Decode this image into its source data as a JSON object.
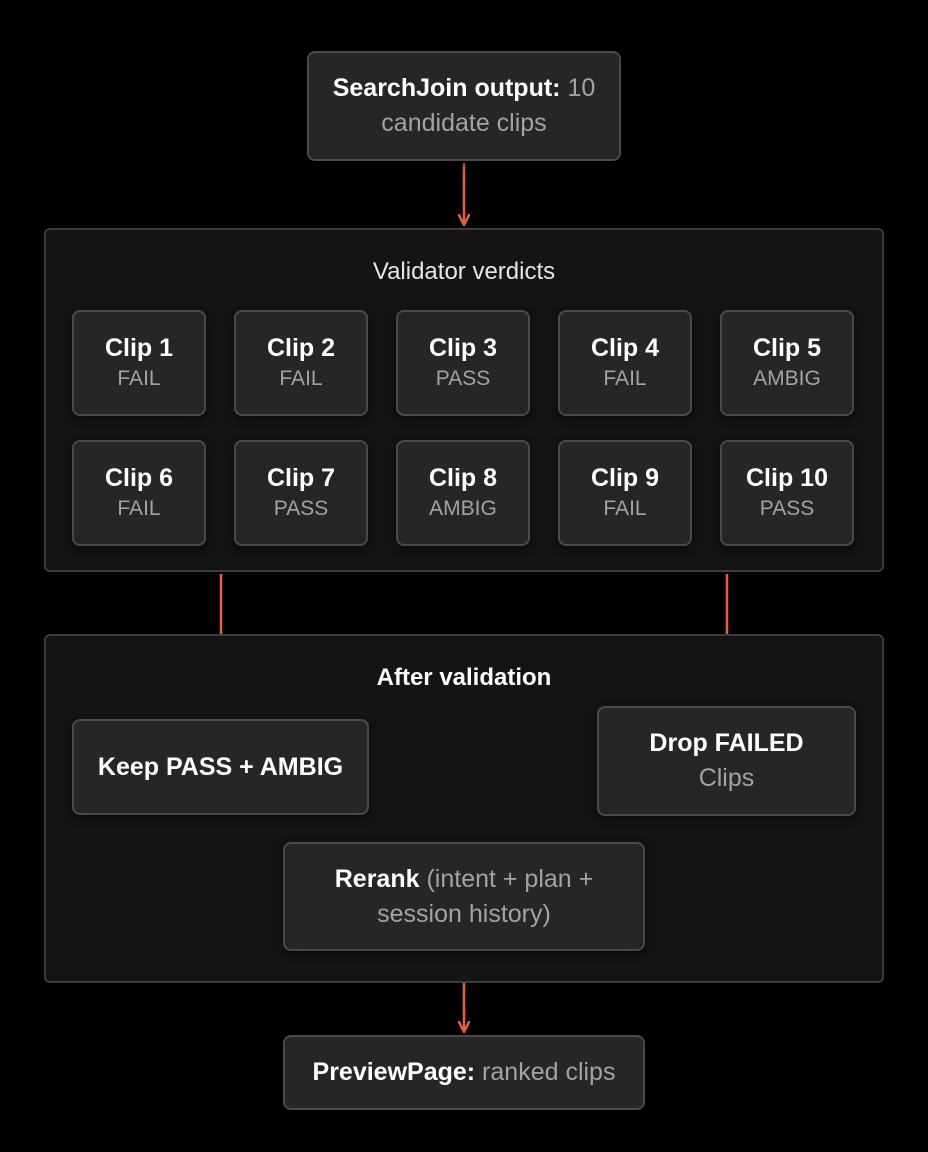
{
  "top": {
    "bold": "SearchJoin output:",
    "rest1": " 10",
    "rest2": "candidate clips"
  },
  "validator": {
    "title": "Validator verdicts",
    "clips": [
      {
        "name": "Clip 1",
        "verdict": "FAIL"
      },
      {
        "name": "Clip 2",
        "verdict": "FAIL"
      },
      {
        "name": "Clip 3",
        "verdict": "PASS"
      },
      {
        "name": "Clip 4",
        "verdict": "FAIL"
      },
      {
        "name": "Clip 5",
        "verdict": "AMBIG"
      },
      {
        "name": "Clip 6",
        "verdict": "FAIL"
      },
      {
        "name": "Clip 7",
        "verdict": "PASS"
      },
      {
        "name": "Clip 8",
        "verdict": "AMBIG"
      },
      {
        "name": "Clip 9",
        "verdict": "FAIL"
      },
      {
        "name": "Clip 10",
        "verdict": "PASS"
      }
    ]
  },
  "after": {
    "title": "After validation",
    "keep_label": "Keep PASS + AMBIG",
    "drop_bold": "Drop FAILED",
    "drop_rest": "Clips",
    "rerank_bold": "Rerank",
    "rerank_rest1": " (intent + plan +",
    "rerank_rest2": "session history)"
  },
  "preview": {
    "bold": "PreviewPage:",
    "rest": " ranked clips"
  },
  "colors": {
    "arrow": "#e8603c",
    "box_fill": "#262626",
    "box_border": "#4a4a4a",
    "panel_fill": "#141414"
  }
}
